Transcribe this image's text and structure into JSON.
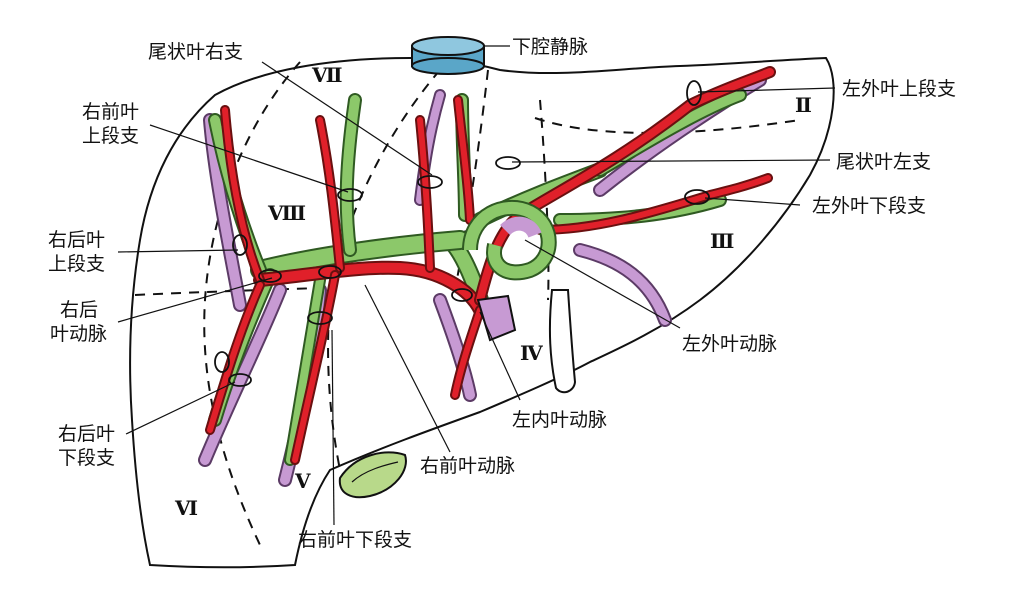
{
  "colors": {
    "artery": "#e0202a",
    "portal_vein": "#8cc86a",
    "hepatic_vein": "#c79ad3",
    "ivc": "#5aa6c8",
    "gallbladder": "#b8d98a"
  },
  "labels": {
    "ivc": "下腔静脉",
    "caudate_right": "尾状叶右支",
    "right_ant_sup_1": "右前叶",
    "right_ant_sup_2": "上段支",
    "right_post_sup_1": "右后叶",
    "right_post_sup_2": "上段支",
    "right_post_art_1": "右后",
    "right_post_art_2": "叶动脉",
    "right_post_inf_1": "右后叶",
    "right_post_inf_2": "下段支",
    "right_ant_inf": "右前叶下段支",
    "right_ant_art": "右前叶动脉",
    "left_medial_art": "左内叶动脉",
    "left_lateral_art": "左外叶动脉",
    "left_lat_inf": "左外叶下段支",
    "caudate_left": "尾状叶左支",
    "left_lat_sup": "左外叶上段支"
  },
  "segments": {
    "s2": "Ⅱ",
    "s3": "Ⅲ",
    "s4": "Ⅳ",
    "s5": "Ⅴ",
    "s6": "Ⅵ",
    "s7": "Ⅶ",
    "s8": "Ⅷ"
  }
}
